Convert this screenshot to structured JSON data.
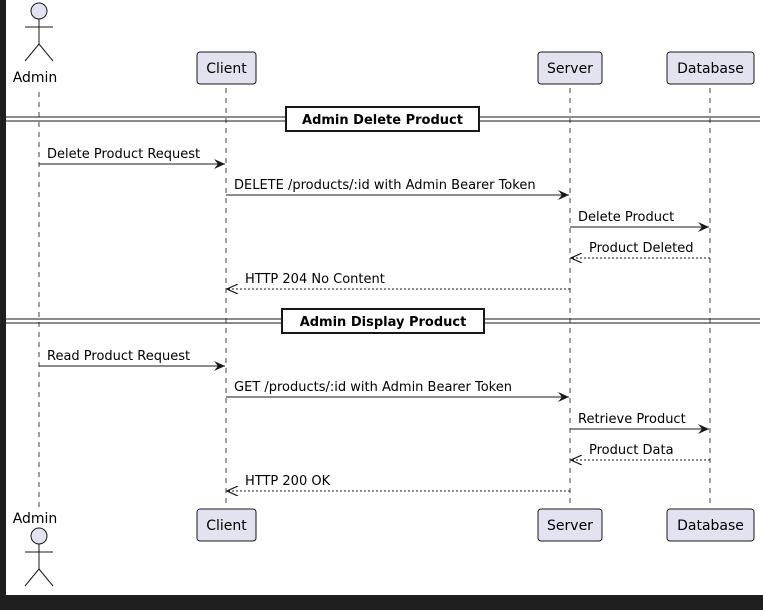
{
  "participants": {
    "admin": {
      "label": "Admin",
      "kind": "actor"
    },
    "client": {
      "label": "Client",
      "kind": "box"
    },
    "server": {
      "label": "Server",
      "kind": "box"
    },
    "database": {
      "label": "Database",
      "kind": "box"
    }
  },
  "groups": [
    {
      "title": "Admin Delete Product",
      "messages": [
        {
          "from": "admin",
          "to": "client",
          "label": "Delete Product Request",
          "style": "solid"
        },
        {
          "from": "client",
          "to": "server",
          "label": "DELETE /products/:id with Admin Bearer Token",
          "style": "solid"
        },
        {
          "from": "server",
          "to": "database",
          "label": "Delete Product",
          "style": "solid"
        },
        {
          "from": "database",
          "to": "server",
          "label": "Product Deleted",
          "style": "dashed"
        },
        {
          "from": "server",
          "to": "client",
          "label": "HTTP 204 No Content",
          "style": "dashed"
        }
      ]
    },
    {
      "title": "Admin Display Product",
      "messages": [
        {
          "from": "admin",
          "to": "client",
          "label": "Read Product Request",
          "style": "solid"
        },
        {
          "from": "client",
          "to": "server",
          "label": "GET /products/:id with Admin Bearer Token",
          "style": "solid"
        },
        {
          "from": "server",
          "to": "database",
          "label": "Retrieve Product",
          "style": "solid"
        },
        {
          "from": "database",
          "to": "server",
          "label": "Product Data",
          "style": "dashed"
        },
        {
          "from": "server",
          "to": "client",
          "label": "HTTP 200 OK",
          "style": "dashed"
        }
      ]
    }
  ],
  "colors": {
    "canvas": "#ffffff",
    "outer_background": "#1e1e1e",
    "participant_fill": "#e2e2f0",
    "participant_border": "#181818",
    "lifeline": "#181818",
    "arrow": "#181818",
    "text": "#000000"
  }
}
